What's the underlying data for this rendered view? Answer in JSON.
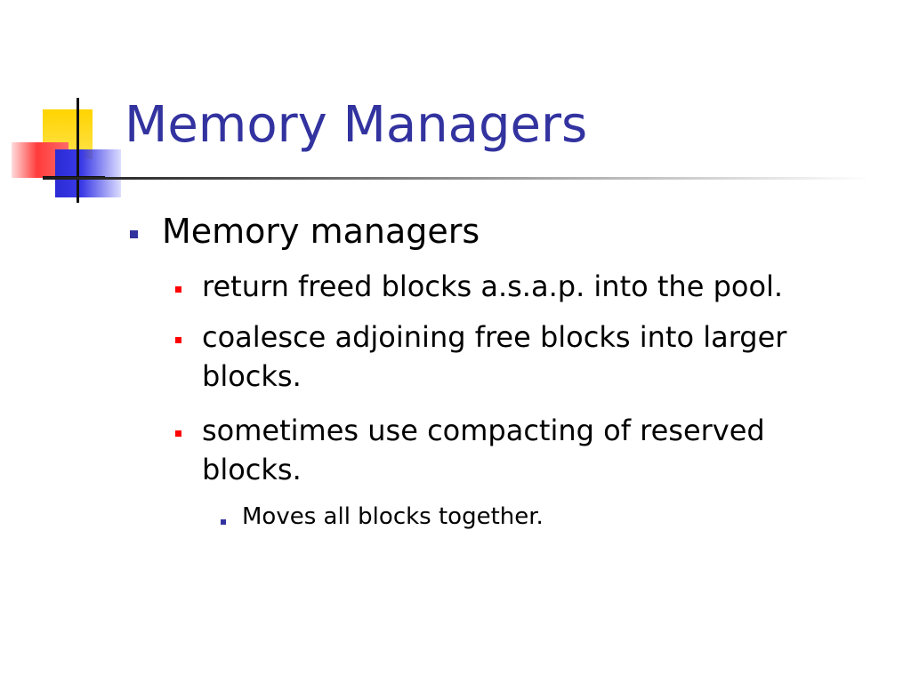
{
  "slide": {
    "title": "Memory Managers",
    "bullets": [
      {
        "text": "Memory managers",
        "children": [
          {
            "text": "return freed blocks a.s.a.p. into the pool."
          },
          {
            "text": "coalesce adjoining free blocks into larger blocks."
          },
          {
            "text": "sometimes use compacting of reserved blocks.",
            "children": [
              {
                "text": "Moves all blocks together."
              }
            ]
          }
        ]
      }
    ]
  },
  "colors": {
    "title": "#3333a0",
    "level1_bullet": "#3333a0",
    "level2_bullet": "#ff0000",
    "level3_bullet": "#3333a0",
    "logo_yellow": "#ffd400",
    "logo_red": "#ff3b3b",
    "logo_blue": "#2b2bd6"
  }
}
